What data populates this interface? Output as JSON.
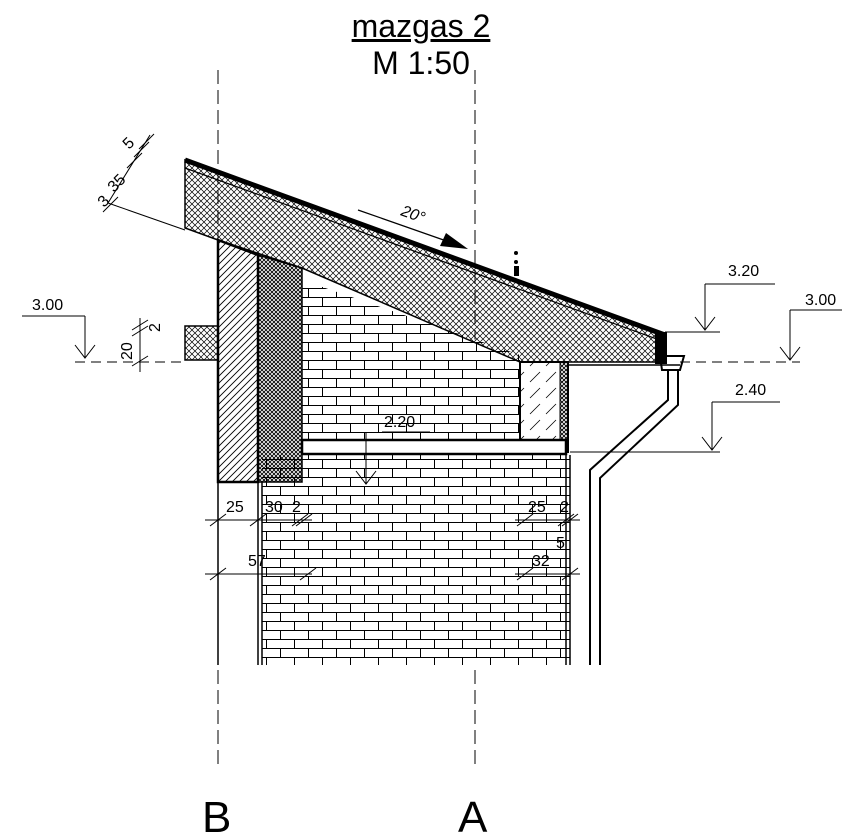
{
  "title": "mazgas 2",
  "scale": "M 1:50",
  "angle_label": "20°",
  "axes": {
    "left": "B",
    "right": "A"
  },
  "levels": {
    "left": "3.00",
    "right": "3.00",
    "eaves": "3.20",
    "soffit": "2.40",
    "window": "2.20"
  },
  "roof_dims": {
    "a": "3",
    "b": "35",
    "c": "5"
  },
  "small_dims": {
    "d20": "20",
    "d2": "2"
  },
  "bottom_dims": {
    "left_25": "25",
    "left_30": "30",
    "left_2": "2",
    "left_57": "57",
    "right_25": "25",
    "right_2": "2",
    "right_5": "5",
    "right_32": "32"
  }
}
